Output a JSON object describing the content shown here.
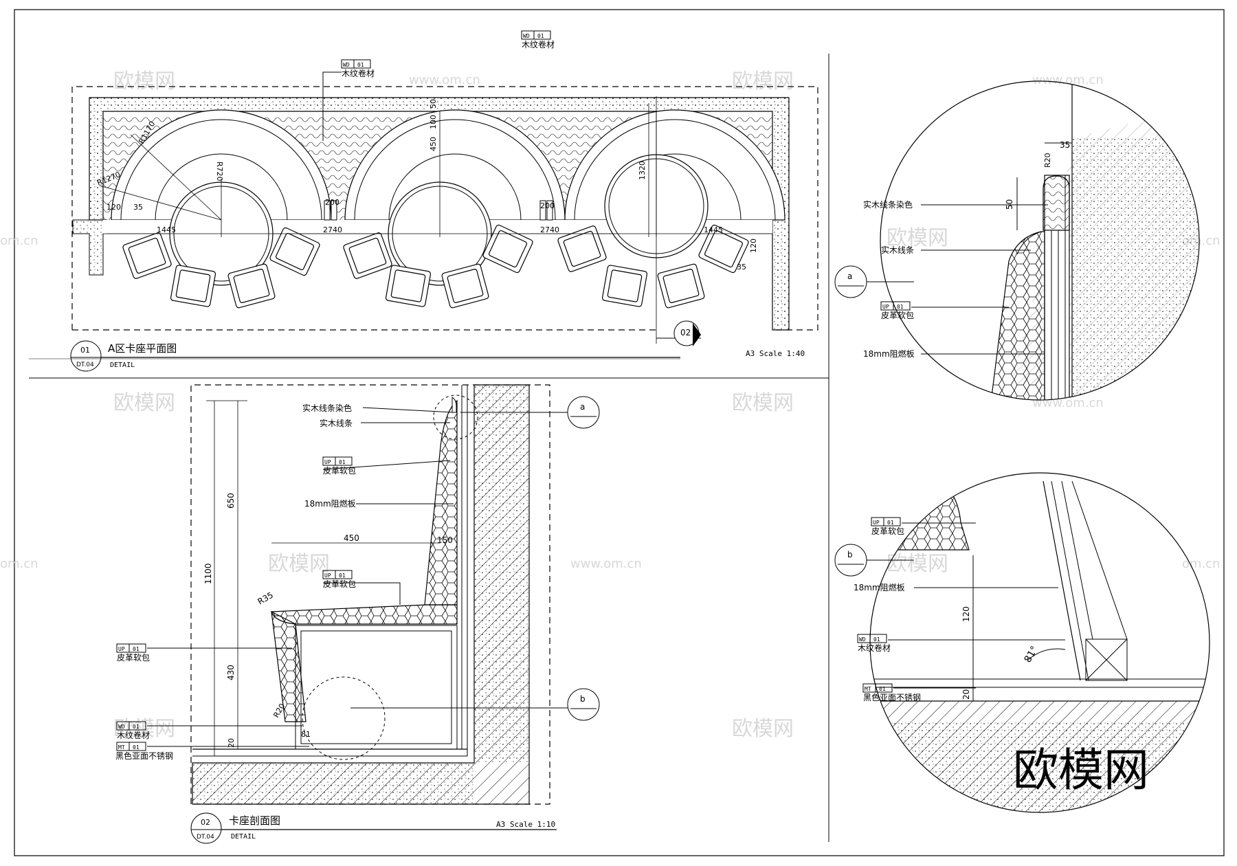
{
  "watermarks": {
    "cn": "欧模网",
    "url": "www.om.cn",
    "url_short": "om.cn",
    "big": "欧模网"
  },
  "tags": {
    "wd": "WD",
    "up": "UP",
    "mt": "MT",
    "num": "01"
  },
  "materials": {
    "wood_veneer": "木纹卷材",
    "leather": "皮革软包",
    "solid_wood_stained": "实木线条染色",
    "solid_wood": "实木线条",
    "fire_board": "18mm阻燃板",
    "steel": "黑色亚面不锈钢"
  },
  "plan": {
    "title": "A区卡座平面图",
    "sub": "DETAIL",
    "num": "01",
    "sheet": "DT.04",
    "scale": "A3 Scale 1:40",
    "section_mark": "02",
    "dims": {
      "d50": "50",
      "d100": "100",
      "d450": "450",
      "d1320": "1320",
      "r1170": "R1170",
      "r720": "R720",
      "r1270": "R1270",
      "d120": "120",
      "d35": "35",
      "d200": "200",
      "d1445": "1445",
      "d2740": "2740"
    }
  },
  "section": {
    "title": "卡座剖面图",
    "sub": "DETAIL",
    "num": "02",
    "sheet": "DT.04",
    "scale": "A3 Scale 1:10",
    "dims": {
      "d650": "650",
      "d1100": "1100",
      "d430": "430",
      "d450": "450",
      "d150": "150",
      "d20": "20",
      "r35": "R35",
      "r20": "R20",
      "a81": "81"
    }
  },
  "detail_a": {
    "mark": "a",
    "dims": {
      "d35": "35",
      "d50": "50",
      "r20": "R20"
    }
  },
  "detail_b": {
    "mark": "b",
    "dims": {
      "d120": "120",
      "d20": "20",
      "a81": "81°"
    }
  }
}
